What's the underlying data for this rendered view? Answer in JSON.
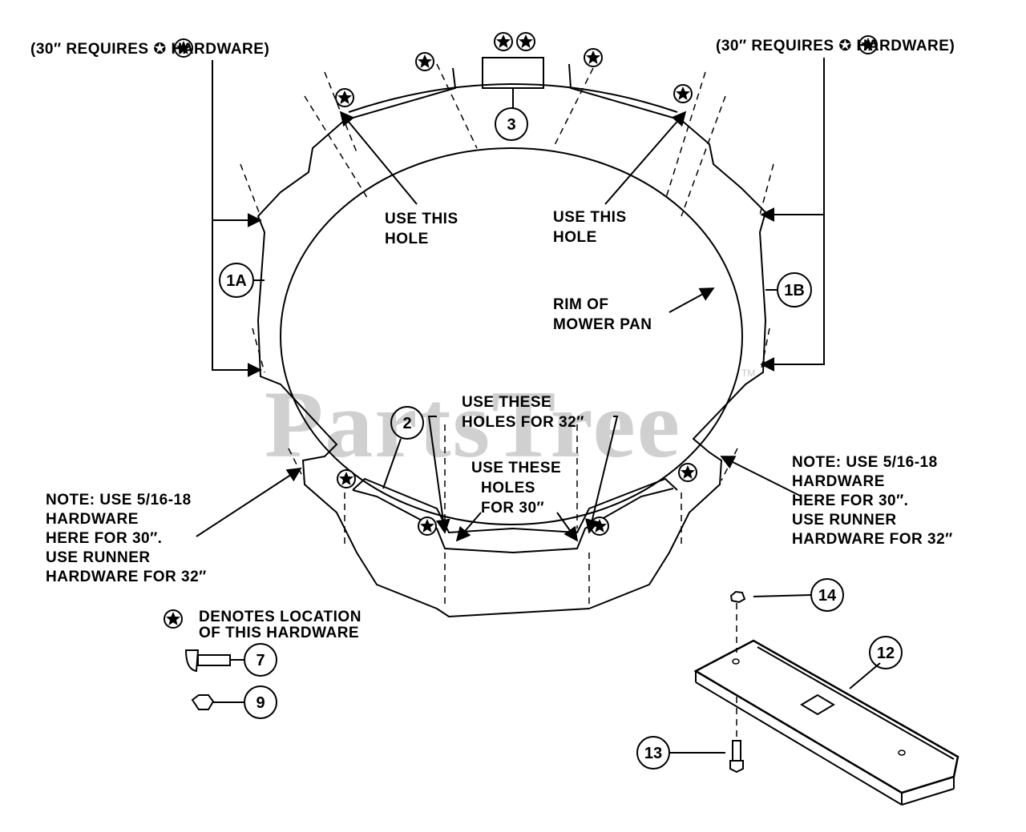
{
  "watermark": {
    "text": "PartsTree",
    "tm": "TM"
  },
  "notes": {
    "top_left": "(30″ REQUIRES ✪ HARDWARE)",
    "top_right": "(30″ REQUIRES ✪ HARDWARE)",
    "use_this_hole": [
      "USE THIS",
      "HOLE"
    ],
    "rim": [
      "RIM OF",
      "MOWER PAN"
    ],
    "holes_32": [
      "USE THESE",
      "HOLES FOR 32″"
    ],
    "holes_30": [
      "USE THESE",
      "HOLES",
      "FOR 30″"
    ],
    "note_left": [
      "NOTE: USE 5/16-18",
      "HARDWARE",
      "HERE FOR 30″.",
      "USE RUNNER",
      "HARDWARE FOR 32″"
    ],
    "note_right": [
      "NOTE: USE 5/16-18",
      "HARDWARE",
      "HERE FOR 30″.",
      "USE RUNNER",
      "HARDWARE FOR 32″"
    ],
    "legend": [
      "DENOTES LOCATION",
      "OF THIS HARDWARE"
    ]
  },
  "callouts": {
    "c3": "3",
    "c1a": "1A",
    "c1b": "1B",
    "c2": "2",
    "c7": "7",
    "c9": "9",
    "c12": "12",
    "c13": "13",
    "c14": "14"
  }
}
